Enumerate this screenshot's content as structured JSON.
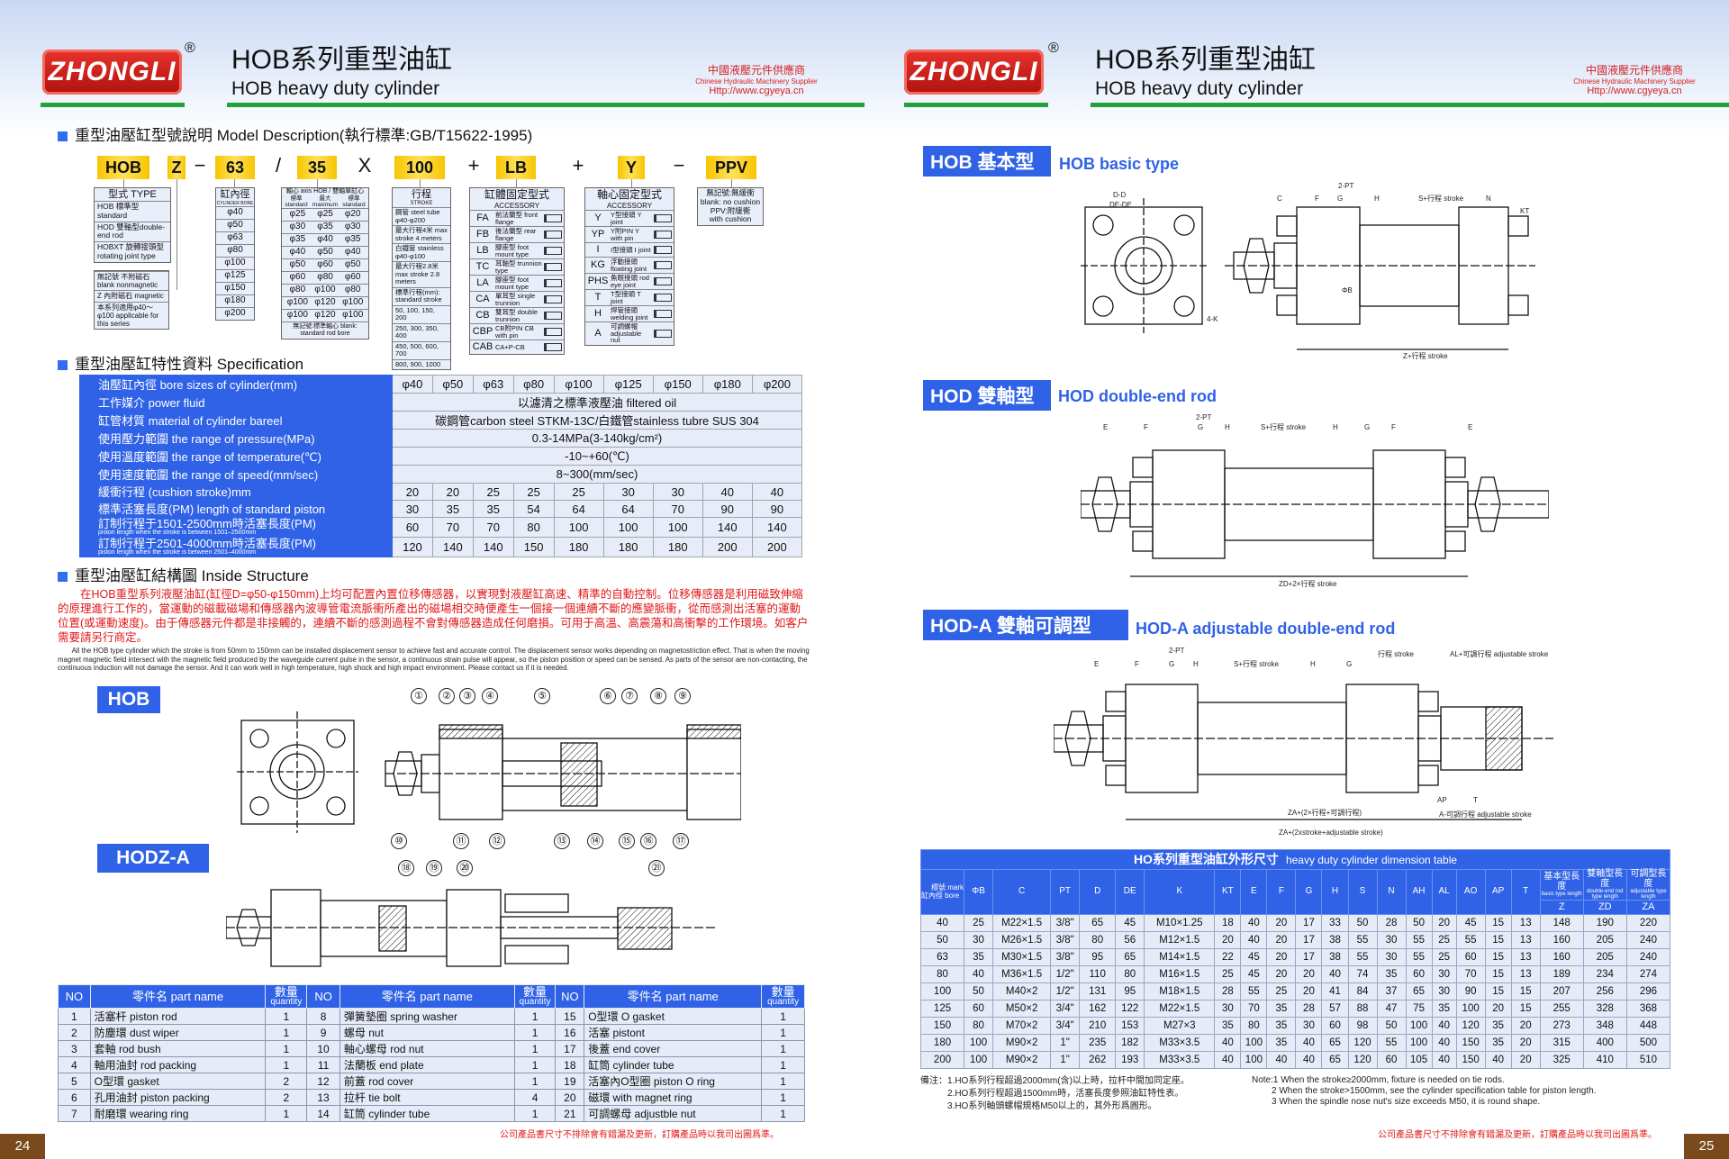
{
  "header": {
    "brand": "ZHONGLI",
    "registered": "®",
    "title_cn": "HOB系列重型油缸",
    "title_en": "HOB heavy duty cylinder",
    "supplier_cn": "中國液壓元件供應商",
    "supplier_en": "Chinese Hydraulic Machinery Supplier",
    "url": "Http://www.cgyeya.cn"
  },
  "model": {
    "title": "重型油壓缸型號說明  Model Description(執行標準:GB/T15622-1995)",
    "codes": [
      "HOB",
      "Z",
      "63",
      "35",
      "100",
      "LB",
      "Y",
      "PPV"
    ],
    "ops": [
      "−",
      "/",
      "X",
      "+",
      "+",
      "−"
    ],
    "type": {
      "head": "型式 TYPE",
      "rows": [
        "HOB 標準型standard",
        "HOD 雙軸型double-end rod",
        "HOBXT 旋轉接頭型 rotating joint type"
      ]
    },
    "magnet": {
      "rows": [
        "無記號 不附磁石 blank nonmagnetic",
        "Z  內附磁石 magnetic",
        "本系列適用φ40～φ100 applicable for this series"
      ]
    },
    "bore": {
      "head": "缸內徑",
      "sub": "CYLINDER BORE",
      "rows": [
        "φ40",
        "φ50",
        "φ63",
        "φ80",
        "φ100",
        "φ125",
        "φ150",
        "φ180",
        "φ200"
      ]
    },
    "rod": {
      "head": "軸心 axis HOB / 雙軸單缸心",
      "cols": [
        "標準 standard",
        "最大 maximum",
        "標準 standard"
      ],
      "rows": [
        [
          "φ25",
          "φ25",
          "φ20"
        ],
        [
          "φ30",
          "φ35",
          "φ30"
        ],
        [
          "φ35",
          "φ40",
          "φ35"
        ],
        [
          "φ40",
          "φ50",
          "φ40"
        ],
        [
          "φ50",
          "φ60",
          "φ50"
        ],
        [
          "φ60",
          "φ80",
          "φ60"
        ],
        [
          "φ80",
          "φ100",
          "φ80"
        ],
        [
          "φ100",
          "φ120",
          "φ100"
        ],
        [
          "φ100",
          "φ120",
          "φ100"
        ]
      ],
      "foot": "無記號:標準軸心 blank: standard rod bore"
    },
    "stroke": {
      "head": "行程",
      "sub": "STROKE",
      "rows": [
        "鋼管 steel tube φ40-φ200",
        "最大行程4米 max stroke 4 meters",
        "白鐵管 stainless φ40-φ100",
        "最大行程2.8米 max stroke 2.8 meters",
        "標準行程(mm): standard stroke",
        "50, 100, 150, 200",
        "250, 300, 350, 400",
        "450, 500, 600, 700",
        "800, 900, 1000"
      ]
    },
    "mount": {
      "head": "缸體固定型式",
      "sub": "ACCESSORY",
      "rows": [
        [
          "FA",
          "前法蘭型 front flange"
        ],
        [
          "FB",
          "後法蘭型 rear flange"
        ],
        [
          "LB",
          "腳座型 foot mount type"
        ],
        [
          "TC",
          "耳軸型 trunnion type"
        ],
        [
          "LA",
          "腳座型 foot mount type"
        ],
        [
          "CA",
          "單耳型 single trunnion"
        ],
        [
          "CB",
          "雙耳型 double trunnion"
        ],
        [
          "CBP",
          "CB附PIN CB with pin"
        ],
        [
          "CAB",
          "CA+P-CB"
        ]
      ]
    },
    "rodacc": {
      "head": "軸心固定型式",
      "sub": "ACCESSORY",
      "rows": [
        [
          "Y",
          "Y型接頭 Y joint"
        ],
        [
          "YP",
          "Y附PIN Y with pin"
        ],
        [
          "I",
          "I型接頭 I joint"
        ],
        [
          "KG",
          "浮動接頭 floating joint"
        ],
        [
          "PHS",
          "魚眼接頭 rod eye joint"
        ],
        [
          "T",
          "T型接頭 T joint"
        ],
        [
          "H",
          "焊管接頭 welding joint"
        ],
        [
          "A",
          "可調螺帽 adjustable nut"
        ]
      ]
    },
    "cushion": {
      "rows": [
        "無記號:無緩衝",
        "blank: no cushion",
        "PPV:附緩衝",
        "with cushion"
      ]
    }
  },
  "spec": {
    "title": "重型油壓缸特性資料 Specification",
    "bore_label": "油壓缸內徑 bore sizes of cylinder(mm)",
    "bores": [
      "φ40",
      "φ50",
      "φ63",
      "φ80",
      "φ100",
      "φ125",
      "φ150",
      "φ180",
      "φ200"
    ],
    "merged": [
      [
        "工作媒介 power fluid",
        "以濾清之標準液壓油  filtered oil"
      ],
      [
        "缸管材質 material of cylinder bareel",
        "碳鋼管carbon steel STKM-13C/白鐵管stainless tubre SUS 304"
      ],
      [
        "使用壓力範圍 the range of pressure(MPa)",
        "0.3-14MPa(3-140kg/cm²)"
      ],
      [
        "使用溫度範圍 the range of temperature(℃)",
        "-10~+60(℃)"
      ],
      [
        "使用速度範圍 the range of speed(mm/sec)",
        "8~300(mm/sec)"
      ]
    ],
    "rows": [
      {
        "label": "緩衝行程 (cushion stroke)mm",
        "values": [
          "20",
          "20",
          "25",
          "25",
          "25",
          "30",
          "30",
          "40",
          "40"
        ]
      },
      {
        "label": "標準活塞長度(PM) length of standard piston",
        "values": [
          "30",
          "35",
          "35",
          "54",
          "64",
          "64",
          "70",
          "90",
          "90"
        ]
      },
      {
        "label": "訂制行程于1501-2500mm時活塞長度(PM)",
        "sub": "piston length when the stroke is between 1501–2500mm",
        "values": [
          "60",
          "70",
          "70",
          "80",
          "100",
          "100",
          "100",
          "140",
          "140"
        ]
      },
      {
        "label": "訂制行程于2501-4000mm時活塞長度(PM)",
        "sub": "piston length when the stroke is between 2501–4000mm",
        "values": [
          "120",
          "140",
          "140",
          "150",
          "180",
          "180",
          "180",
          "200",
          "200"
        ]
      }
    ]
  },
  "structure": {
    "title": "重型油壓缸結構圖   Inside Structure",
    "text_cn": "在HOB重型系列液壓油缸(缸徑D=φ50-φ150mm)上均可配置內置位移傳感器，以實現對液壓缸高速、精準的自動控制。位移傳感器是利用磁致伸縮的原理進行工作的，當運動的磁載磁場和傳感器內波導管電流脈衝所產出的磁場相交時便產生一個接一個連續不斷的應變脈衝，從而感測出活塞的運動位置(或運動速度)。由于傳感器元件都是非接觸的，連續不斷的感測過程不會對傳感器造成任何磨損。可用于高溫、高震蕩和高衝擊的工作環境。如客户需要請另行商定。",
    "text_en": "All the HOB type cylinder which the stroke is from 50mm to 150mm can be installed displacement sensor to achieve fast and accurate control. The displacement sensor works depending on magnetostriction effect. That is when the moving magnet magnetic field intersect with the magnetic field produced by the waveguide current pulse in the sensor, a continuous strain pulse will appear, so the piston position or speed can be sensed. As parts of the sensor are non-contacting, the continuous induction will not damage the sensor. And it can work well in high temperature, high shock and high impact environment. Please contact us if it is needed.",
    "label_hob": "HOB",
    "label_hodz": "HODZ-A",
    "callouts": [
      "①",
      "②",
      "③",
      "④",
      "⑤",
      "⑥",
      "⑦",
      "⑧",
      "⑨",
      "⑩",
      "⑪",
      "⑫",
      "⑬",
      "⑭",
      "⑮",
      "⑯",
      "⑰",
      "⑱",
      "⑲",
      "⑳",
      "㉑"
    ]
  },
  "parts": {
    "headers": {
      "no": "NO",
      "name": "零件名 part name",
      "qty": "數量",
      "qty_en": "quantity"
    },
    "rows": [
      [
        "1",
        "活塞杆 piston rod",
        "1",
        "8",
        "彈簧墊圈 spring washer",
        "1",
        "15",
        "O型環 O gasket",
        "1"
      ],
      [
        "2",
        "防塵環 dust wiper",
        "1",
        "9",
        "螺母 nut",
        "1",
        "16",
        "活塞 pistont",
        "1"
      ],
      [
        "3",
        "套軸 rod bush",
        "1",
        "10",
        "軸心螺母 rod nut",
        "1",
        "17",
        "後蓋 end cover",
        "1"
      ],
      [
        "4",
        "軸用油封 rod packing",
        "1",
        "11",
        "法蘭板 end plate",
        "1",
        "18",
        "缸筒 cylinder tube",
        "1"
      ],
      [
        "5",
        "O型環 gasket",
        "2",
        "12",
        "前蓋 rod cover",
        "1",
        "19",
        "活塞內O型圈 piston O ring",
        "1"
      ],
      [
        "6",
        "孔用油封 piston packing",
        "2",
        "13",
        "拉杆 tie bolt",
        "4",
        "20",
        "磁環 with magnet ring",
        "1"
      ],
      [
        "7",
        "耐磨環 wearing ring",
        "1",
        "14",
        "缸筒 cylinder tube",
        "1",
        "21",
        "可調螺母 adjustble nut",
        "1"
      ]
    ]
  },
  "right": {
    "hob": {
      "label": "HOB 基本型",
      "en": "HOB basic type",
      "dims": [
        "D-D",
        "DE-DE",
        "2-PT",
        "C",
        "F",
        "G",
        "H",
        "S+行程 stroke",
        "N",
        "KT",
        "4-K",
        "ΦB",
        "Z+行程 stroke"
      ]
    },
    "hod": {
      "label": "HOD 雙軸型",
      "en": "HOD double-end rod",
      "dims": [
        "2-PT",
        "E",
        "F",
        "G",
        "H",
        "S+行程 stroke",
        "H",
        "G",
        "F",
        "E",
        "ZD+2×行程 stroke"
      ]
    },
    "hoda": {
      "label": "HOD-A 雙軸可調型",
      "en": "HOD-A adjustable double-end rod",
      "dims": [
        "2-PT",
        "E",
        "F",
        "G",
        "H",
        "S+行程 stroke",
        "H",
        "G",
        "行程 stroke",
        "AL+可調行程 adjustable stroke",
        "AP",
        "T",
        "A-可調行程 adjustable stroke",
        "ZA+(2×行程+可調行程)",
        "ZA+(2xstroke+adjustable stroke)"
      ]
    }
  },
  "dims": {
    "caption": "HO系列重型油缸外形尺寸",
    "caption_en": "heavy duty cylinder dimension table",
    "corner": [
      "標號 mark",
      "缸內徑 bore"
    ],
    "cols": [
      "ΦB",
      "C",
      "PT",
      "D",
      "DE",
      "K",
      "KT",
      "E",
      "F",
      "G",
      "H",
      "S",
      "N",
      "AH",
      "AL",
      "AO",
      "AP",
      "T"
    ],
    "groups": [
      [
        "基本型長度",
        "basic type length",
        "Z"
      ],
      [
        "雙軸型長度",
        "double-end rod type length",
        "ZD"
      ],
      [
        "可調型長度",
        "adjustable type length",
        "ZA"
      ]
    ],
    "rows": [
      [
        "40",
        "25",
        "M22×1.5",
        "3/8\"",
        "65",
        "45",
        "M10×1.25",
        "18",
        "40",
        "20",
        "17",
        "33",
        "50",
        "28",
        "50",
        "20",
        "45",
        "15",
        "13",
        "148",
        "190",
        "220"
      ],
      [
        "50",
        "30",
        "M26×1.5",
        "3/8\"",
        "80",
        "56",
        "M12×1.5",
        "20",
        "40",
        "20",
        "17",
        "38",
        "55",
        "30",
        "55",
        "25",
        "55",
        "15",
        "13",
        "160",
        "205",
        "240"
      ],
      [
        "63",
        "35",
        "M30×1.5",
        "3/8\"",
        "95",
        "65",
        "M14×1.5",
        "22",
        "45",
        "20",
        "17",
        "38",
        "55",
        "30",
        "55",
        "25",
        "60",
        "15",
        "13",
        "160",
        "205",
        "240"
      ],
      [
        "80",
        "40",
        "M36×1.5",
        "1/2\"",
        "110",
        "80",
        "M16×1.5",
        "25",
        "45",
        "20",
        "20",
        "40",
        "74",
        "35",
        "60",
        "30",
        "70",
        "15",
        "13",
        "189",
        "234",
        "274"
      ],
      [
        "100",
        "50",
        "M40×2",
        "1/2\"",
        "131",
        "95",
        "M18×1.5",
        "28",
        "55",
        "25",
        "20",
        "41",
        "84",
        "37",
        "65",
        "30",
        "90",
        "15",
        "15",
        "207",
        "256",
        "296"
      ],
      [
        "125",
        "60",
        "M50×2",
        "3/4\"",
        "162",
        "122",
        "M22×1.5",
        "30",
        "70",
        "35",
        "28",
        "57",
        "88",
        "47",
        "75",
        "35",
        "100",
        "20",
        "15",
        "255",
        "328",
        "368"
      ],
      [
        "150",
        "80",
        "M70×2",
        "3/4\"",
        "210",
        "153",
        "M27×3",
        "35",
        "80",
        "35",
        "30",
        "60",
        "98",
        "50",
        "100",
        "40",
        "120",
        "35",
        "20",
        "273",
        "348",
        "448"
      ],
      [
        "180",
        "100",
        "M90×2",
        "1\"",
        "235",
        "182",
        "M33×3.5",
        "40",
        "100",
        "35",
        "40",
        "65",
        "120",
        "55",
        "100",
        "40",
        "150",
        "35",
        "20",
        "315",
        "400",
        "500"
      ],
      [
        "200",
        "100",
        "M90×2",
        "1\"",
        "262",
        "193",
        "M33×3.5",
        "40",
        "100",
        "40",
        "40",
        "65",
        "120",
        "60",
        "105",
        "40",
        "150",
        "40",
        "20",
        "325",
        "410",
        "510"
      ]
    ],
    "notes_cn": [
      "備注：1.HO系列行程超過2000mm(含)以上時，拉杆中間加同定座。",
      "2.HO系列行程超過1500mm時，活塞長度參照油缸特性表。",
      "3.HO系列軸頭螺帽規格M50以上的，其外形爲圓形。"
    ],
    "notes_en": [
      "Note:1 When the stroke≥2000mm, fixture is needed on tie rods.",
      "2 When the stroke>1500mm, see the cylinder specification table for piston length.",
      "3 When the spindle nose nut's size exceeds M50, it is round shape."
    ]
  },
  "footer": {
    "disclaimer": "公司產品書尺寸不排除會有錯漏及更新，訂購產品時以我司出圖爲準。",
    "page_left": "24",
    "page_right": "25"
  }
}
